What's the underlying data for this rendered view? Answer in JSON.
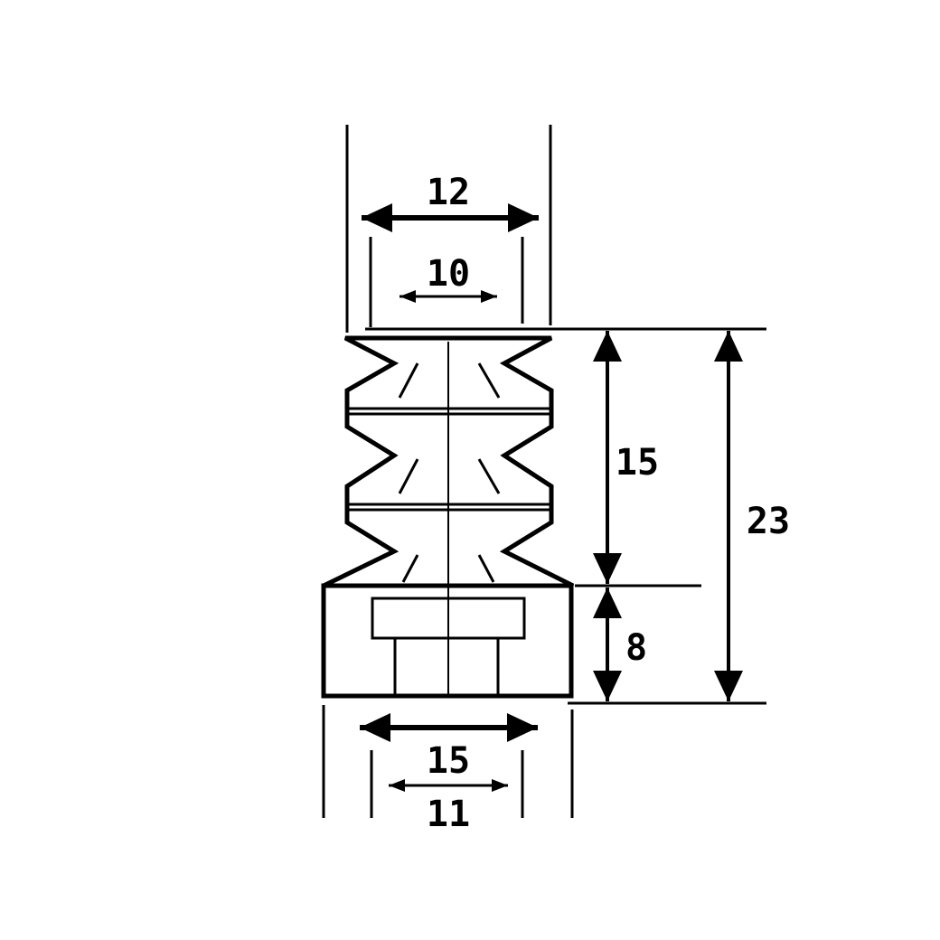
{
  "dimensions": {
    "top_outer_width": "12",
    "top_inner_width": "10",
    "bellows_height": "15",
    "total_height": "23",
    "base_height": "8",
    "bottom_outer_width": "15",
    "bottom_inner_width": "11"
  },
  "colors": {
    "line": "#000000",
    "background": "#ffffff"
  }
}
